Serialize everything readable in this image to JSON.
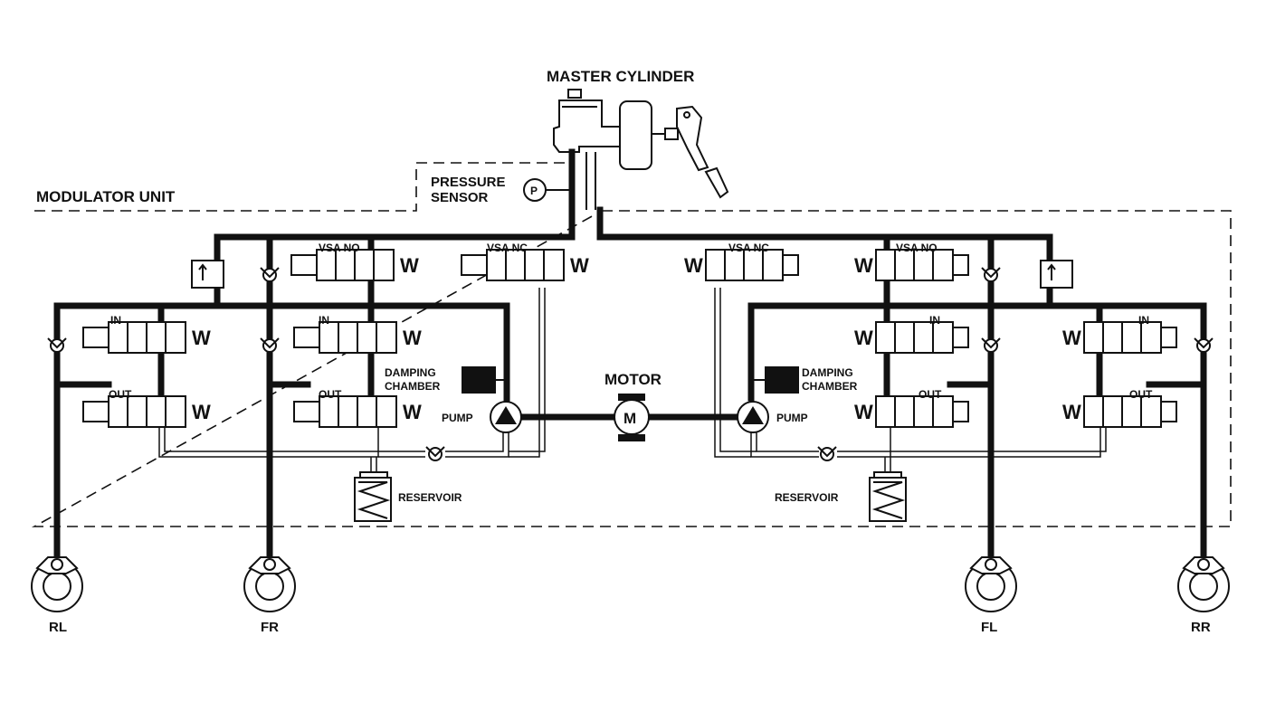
{
  "labels": {
    "master_cylinder": "MASTER CYLINDER",
    "modulator_unit": "MODULATOR UNIT",
    "pressure_line1": "PRESSURE",
    "pressure_line2": "SENSOR",
    "pressure_symbol": "P",
    "motor": "MOTOR",
    "motor_symbol": "M",
    "pump_left": "PUMP",
    "pump_right": "PUMP",
    "damping_left_1": "DAMPING",
    "damping_left_2": "CHAMBER",
    "damping_right_1": "DAMPING",
    "damping_right_2": "CHAMBER",
    "reservoir_left": "RESERVOIR",
    "reservoir_right": "RESERVOIR",
    "vsa_no_left": "VSA NO",
    "vsa_nc_left": "VSA NC",
    "vsa_nc_right": "VSA NC",
    "vsa_no_right": "VSA NO",
    "in_1": "IN",
    "in_2": "IN",
    "in_3": "IN",
    "in_4": "IN",
    "out_1": "OUT",
    "out_2": "OUT",
    "out_3": "OUT",
    "out_4": "OUT",
    "spring": "W"
  },
  "wheels": [
    "RL",
    "FR",
    "FL",
    "RR"
  ]
}
